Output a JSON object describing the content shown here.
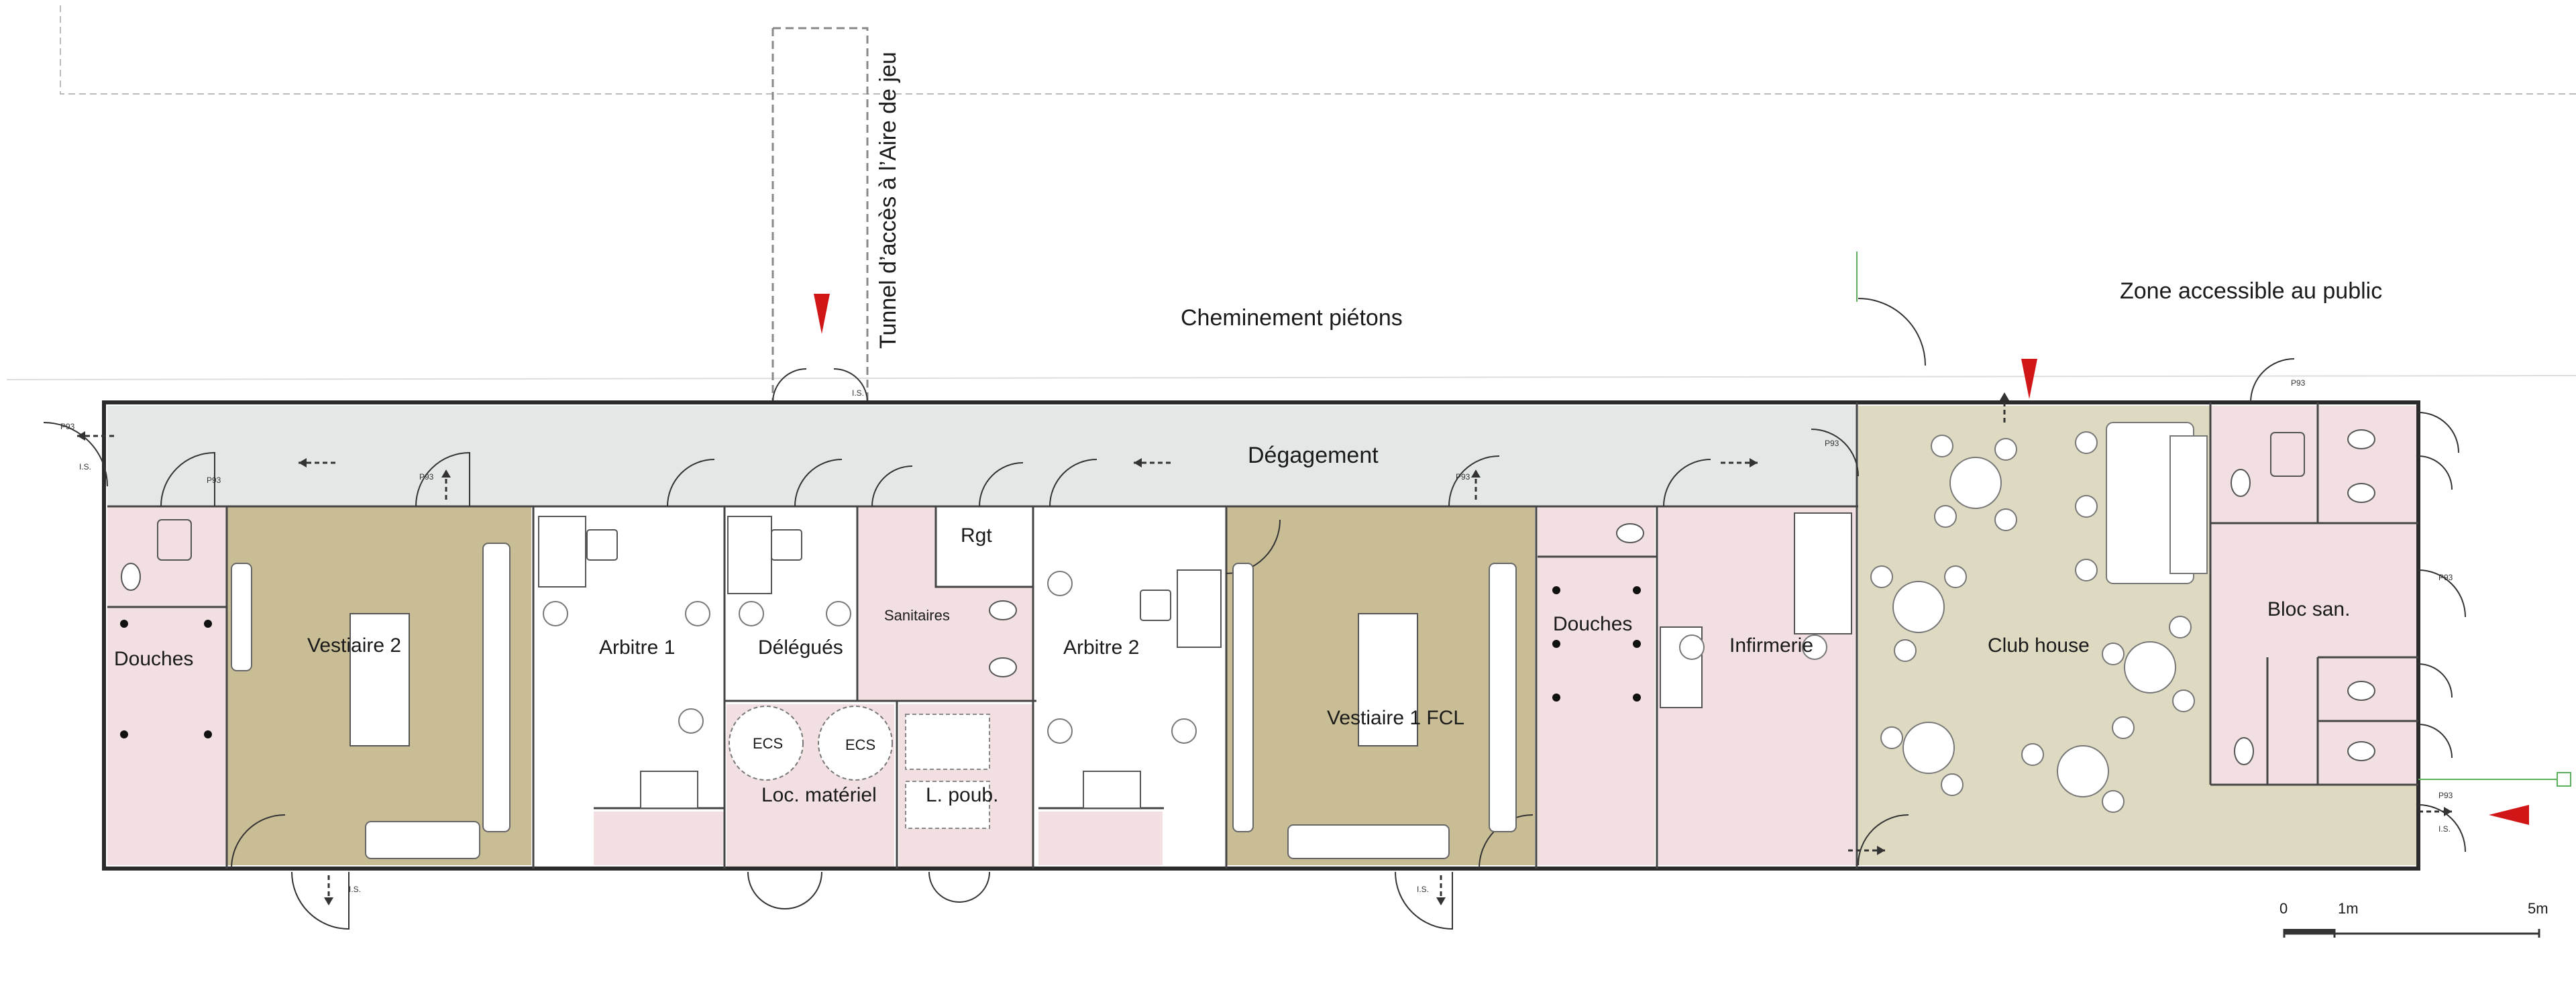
{
  "labels": {
    "tunnel": "Tunnel d’accès à l’Aire de jeu",
    "cheminement": "Cheminement piétons",
    "zone_public": "Zone accessible au public",
    "degagement": "Dégagement",
    "vestiaire2": "Vestiaire 2",
    "douches_left": "Douches",
    "arbitre1": "Arbitre 1",
    "delegues": "Délégués",
    "sanitaires": "Sanitaires",
    "rgt": "Rgt",
    "arbitre2": "Arbitre 2",
    "loc_materiel": "Loc. matériel",
    "l_poub": "L. poub.",
    "ecs1": "ECS",
    "ecs2": "ECS",
    "vestiaire1": "Vestiaire 1 FCL",
    "douches_right": "Douches",
    "infirmerie": "Infirmerie",
    "club_house": "Club house",
    "bloc_san": "Bloc san."
  },
  "tags": {
    "p93": "P93",
    "is": "I.S."
  },
  "scale_bar": {
    "tick0": "0",
    "tick1": "1m",
    "tick5": "5m"
  },
  "colors": {
    "corridor": "#e3e8e6",
    "vestiaire": "#c9bd96",
    "sanitary": "#f2dfe1",
    "club_house": "#dedac1",
    "storage": "#f2dfe1",
    "white_room": "#ffffff",
    "marker_red": "#d01616"
  },
  "icons": [
    "arrow-marker-icon",
    "door-swing-icon",
    "toilet-icon",
    "shower-icon",
    "bench-icon",
    "table-icon",
    "chair-icon",
    "wheelchair-wc-icon"
  ]
}
